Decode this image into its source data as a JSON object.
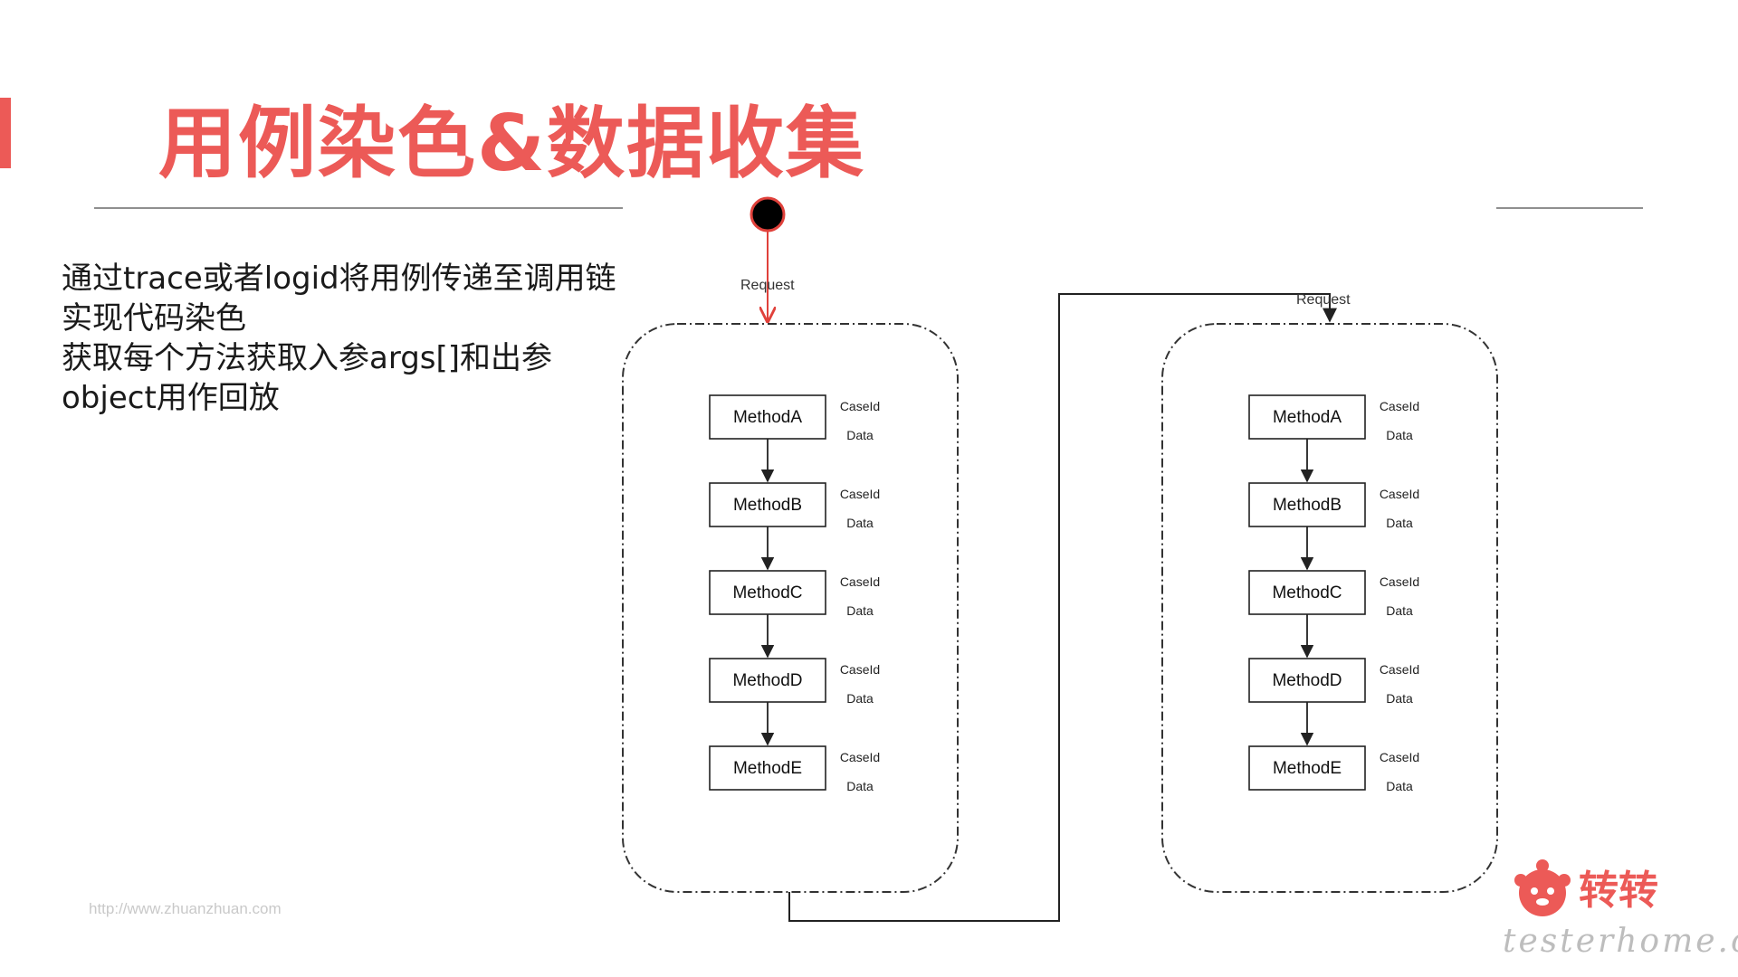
{
  "title": "用例染色&数据收集",
  "bullets": [
    "通过trace或者logid将用例传递至调用链",
    "实现代码染色",
    "获取每个方法获取入参args[]和出参",
    "object用作回放"
  ],
  "diagram": {
    "request_label": "Request",
    "methods": [
      "MethodA",
      "MethodB",
      "MethodC",
      "MethodD",
      "MethodE"
    ],
    "caseid_label": "CaseId",
    "data_label": "Data",
    "colors": {
      "start_arrow": "#e0413b",
      "border": "#222222"
    }
  },
  "footer_url": "http://www.zhuanzhuan.com",
  "logo_text": "转转",
  "watermark": "testerhome.com",
  "colors": {
    "accent": "#ec5a57",
    "rule": "#8f8f8f"
  }
}
